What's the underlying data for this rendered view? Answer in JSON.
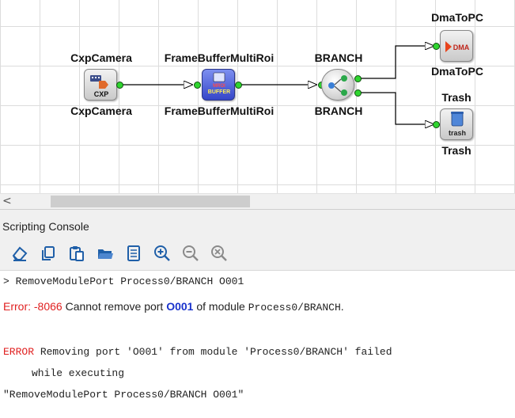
{
  "diagram": {
    "modules": {
      "camera": {
        "label_top": "CxpCamera",
        "label_bottom": "CxpCamera",
        "icon": "cxp-camera-icon",
        "icon_text": "CXP"
      },
      "framebuffer": {
        "label_top": "FrameBufferMultiRoi",
        "label_bottom": "FrameBufferMultiRoi",
        "icon": "framebuffer-icon",
        "icon_text_top": "MROI",
        "icon_text_bottom": "BUFFER"
      },
      "branch": {
        "label_top": "BRANCH",
        "label_bottom": "BRANCH",
        "icon": "branch-icon"
      },
      "dma": {
        "label_top": "DmaToPC",
        "label_bottom": "DmaToPC",
        "icon": "dma-icon",
        "icon_text": "DMA"
      },
      "trash": {
        "label_top": "Trash",
        "label_bottom": "Trash",
        "icon": "trash-icon",
        "icon_text": "trash"
      }
    },
    "colors": {
      "port": "#2fd52f",
      "grid": "#dcdcdc",
      "wire": "#000000"
    }
  },
  "scrollbar": {
    "left_arrow": "<"
  },
  "console": {
    "title": "Scripting Console",
    "toolbar": [
      {
        "name": "clear-icon"
      },
      {
        "name": "copy-icon"
      },
      {
        "name": "paste-icon"
      },
      {
        "name": "open-folder-icon"
      },
      {
        "name": "script-book-icon"
      },
      {
        "name": "zoom-in-icon"
      },
      {
        "name": "zoom-out-icon"
      },
      {
        "name": "zoom-reset-icon"
      }
    ],
    "output": {
      "command": "> RemoveModulePort Process0/BRANCH O001",
      "error1_prefix": "Error: -8066",
      "error1_text": " Cannot remove port ",
      "error1_port": "O001",
      "error1_mid": " of module ",
      "error1_module": "Process0/BRANCH",
      "error1_end": ".",
      "error2_keyword": "ERROR",
      "error2_text": " Removing port 'O001' from module 'Process0/BRANCH' failed",
      "error2_line2": "while executing",
      "error2_line3": "\"RemoveModulePort Process0/BRANCH O001\""
    },
    "colors": {
      "error": "#e02020",
      "highlight": "#1a33cc",
      "toolbar_icon": "#1f5fa8"
    }
  }
}
